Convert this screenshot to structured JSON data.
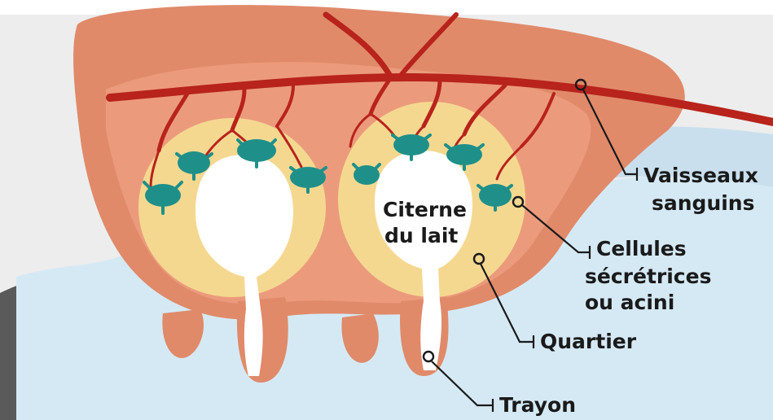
{
  "labels": {
    "vaisseaux_line1": "Vaisseaux",
    "vaisseaux_line2": "sanguins",
    "citerne_line1": "Citerne",
    "citerne_line2": "du lait",
    "cellules_line1": "Cellules",
    "cellules_line2": "sécrétrices",
    "cellules_line3": "ou acini",
    "quartier": "Quartier",
    "trayon": "Trayon"
  },
  "colors": {
    "udder_outer": "#e08a6a",
    "udder_inner": "#eb9b7c",
    "quarter_fill": "#f5d890",
    "cistern_fill": "#ffffff",
    "acini": "#1f9089",
    "vessels": "#b8231c",
    "water_blue": "#d5e9f5",
    "skin_gray": "#d9d9d9",
    "shadow_gray": "#555555"
  }
}
